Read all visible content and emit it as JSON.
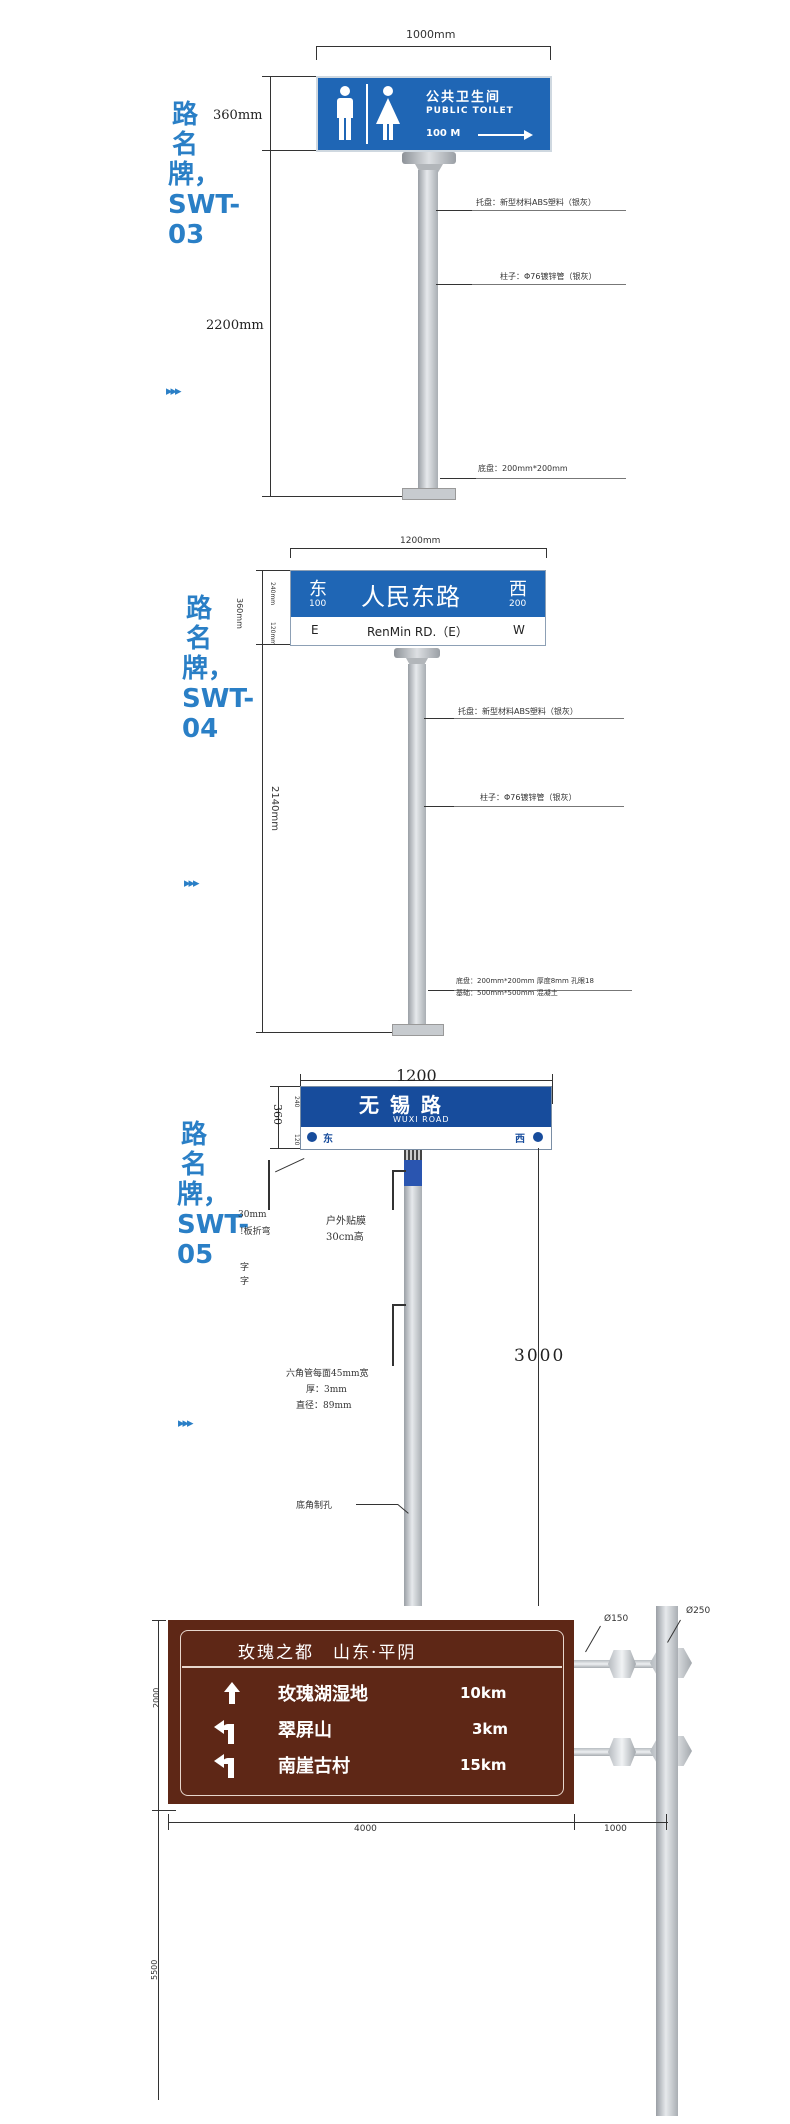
{
  "sections": {
    "swt03": {
      "title": "路名牌，SWT-03",
      "sign_width": "1000mm",
      "sign_height": "360mm",
      "pole_height": "2200mm",
      "sign_cn": "公共卫生间",
      "sign_en": "PUBLIC TOILET",
      "sign_dist": "100 M",
      "note_tray": "托盘：新型材料ABS塑料（银灰）",
      "note_pole": "柱子：Φ76镀锌管（银灰）",
      "note_base": "底盘：200mm*200mm"
    },
    "swt04": {
      "title": "路名牌，SWT-04",
      "sign_width": "1200mm",
      "sign_height": "360mm",
      "sub_top": "240mm",
      "sub_bottom": "120mm",
      "pole_height": "2140mm",
      "east_cn": "东",
      "east_num": "100",
      "road_cn": "人民东路",
      "west_cn": "西",
      "west_num": "200",
      "east_en": "E",
      "road_en": "RenMin RD.（E）",
      "west_en": "W",
      "note_tray": "托盘：新型材料ABS塑料（银灰）",
      "note_pole": "柱子：Φ76镀锌管（银灰）",
      "note_base_1": "底盘：200mm*200mm 厚度8mm 孔眼18",
      "note_base_2": "基础：500mm*500mm 混凝土"
    },
    "swt05": {
      "title": "路名牌，SWT-05",
      "sign_width": "1200",
      "sign_height": "360",
      "sub_top": "240",
      "sub_bottom": "120",
      "road_cn": "无 锡 路",
      "road_en": "WUXI ROAD",
      "east": "东",
      "west": "西",
      "total_height": "3000",
      "note_bend_1": "30mm",
      "note_bend_2": "!板折弯",
      "note_char_1": "字",
      "note_char_2": "字",
      "note_film_1": "户外贴膜",
      "note_film_2": "30cm高",
      "note_pipe_1": "六角管每面45mm宽",
      "note_pipe_2": "厚：3mm",
      "note_pipe_3": "直径：89mm",
      "note_hole": "底角制孔"
    },
    "guide": {
      "header": "玫瑰之都　山东·平阴",
      "rows": [
        {
          "arrow": "up",
          "name": "玫瑰湖湿地",
          "dist": "10km"
        },
        {
          "arrow": "left-turn",
          "name": "翠屏山",
          "dist": "3km"
        },
        {
          "arrow": "left-turn",
          "name": "南崖古村",
          "dist": "15km"
        }
      ],
      "dia_small": "Ø150",
      "dia_large": "Ø250",
      "dim_height": "2000",
      "dim_width": "4000",
      "dim_arm": "1000",
      "dim_pole": "5500"
    }
  },
  "arrows_glyph": "▸▸▸",
  "colors": {
    "blue_sign": "#1f66b5",
    "brown_sign": "#5e2716",
    "title_blue": "#2a7fc6"
  }
}
